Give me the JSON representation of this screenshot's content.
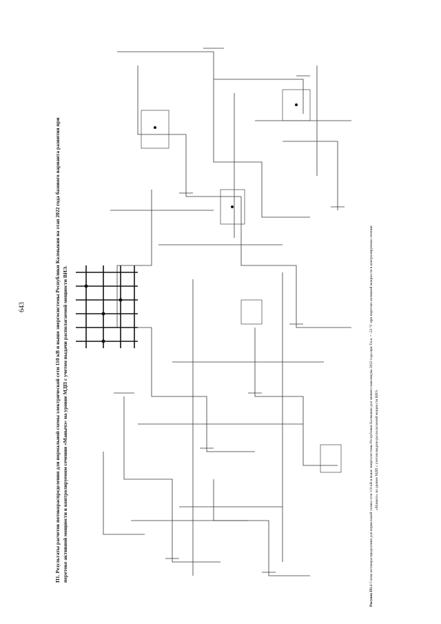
{
  "page": {
    "number": "643"
  },
  "heading": {
    "line1": "П1. Результаты расчетов потокораспределения для нормальной схемы электрической сети 110 кВ и выше энергосистемы Республики Калмыкия на этап 2022 года базового варианта развития при",
    "line2": "перетоке активной мощности в контролируемом сечении «Манычэ» на уровне МДП с учетом выдачи располагаемой мощности ВИЭ."
  },
  "figure_caption": {
    "label": "Рисунок П1.1",
    "line1": "Схема потокораспределения для нормальной схемы сети 110 кВ и выше энергосистемы Республики Калмыкия для зимнего максимума 2022 года при Тн.в. = -23 °С при перетоке активной мощности в контролируемом сечении",
    "line2": "«Манычэ» на уровне МДП с учетом выдачи располагаемой мощности ВИЭ."
  }
}
